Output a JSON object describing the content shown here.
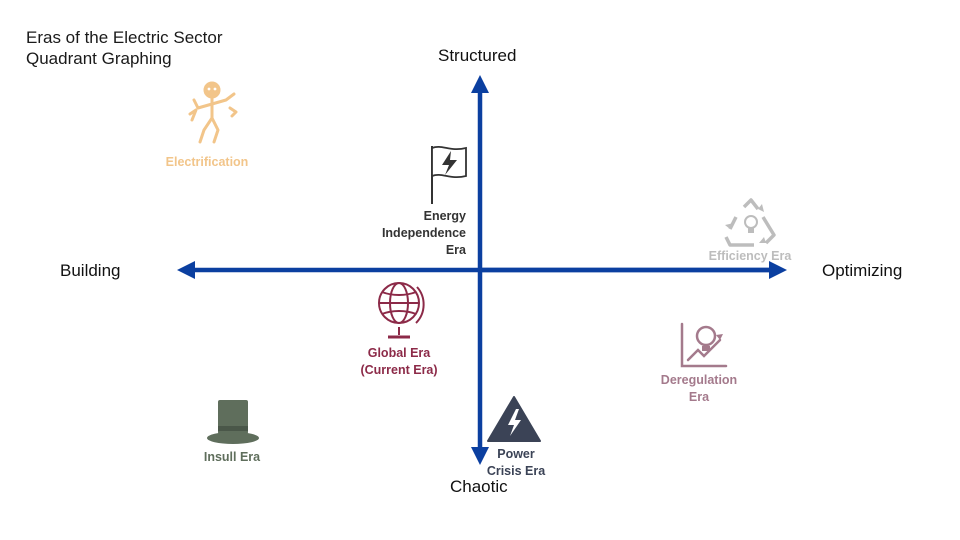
{
  "title": {
    "line1": "Eras of the Electric Sector",
    "line2": "Quadrant Graphing"
  },
  "axes": {
    "top": "Structured",
    "bottom": "Chaotic",
    "left": "Building",
    "right": "Optimizing",
    "color": "#0b3fa0"
  },
  "eras": {
    "electrification": {
      "lines": [
        "Electrification"
      ],
      "color": "#f2c58a",
      "icon": "robot-figure-icon"
    },
    "energy_independence": {
      "lines": [
        "Energy",
        "Independence",
        "Era"
      ],
      "color": "#333333",
      "icon": "lightning-flag-icon"
    },
    "efficiency": {
      "lines": [
        "Efficiency Era"
      ],
      "color": "#bdbdbd",
      "icon": "recycle-bulb-icon"
    },
    "global": {
      "lines": [
        "Global Era",
        "(Current Era)"
      ],
      "color": "#8c2a48",
      "icon": "globe-icon"
    },
    "deregulation": {
      "lines": [
        "Deregulation",
        "Era"
      ],
      "color": "#a47a8c",
      "icon": "chart-magnifier-icon"
    },
    "insull": {
      "lines": [
        "Insull Era"
      ],
      "color": "#5f6e5c",
      "icon": "top-hat-icon"
    },
    "power_crisis": {
      "lines": [
        "Power",
        "Crisis Era"
      ],
      "color": "#3b4356",
      "icon": "warning-lightning-icon"
    }
  }
}
